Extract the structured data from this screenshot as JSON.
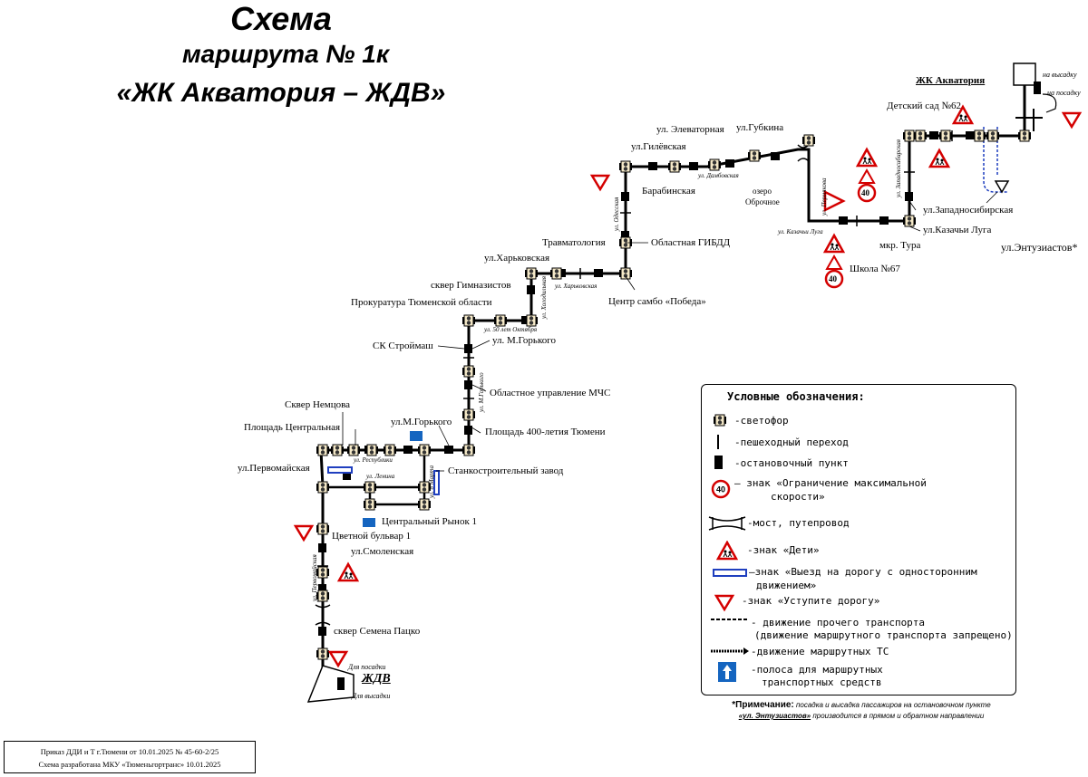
{
  "header": {
    "line1": "Схема",
    "line2": "маршрута № 1к",
    "line3": "«ЖК Акватория – ЖДВ»"
  },
  "stops": [
    "ЖК Акватория",
    "Детский сад №62",
    "ул.Западносибирская",
    "ул.Казачьи Луга",
    "ул.Энтузиастов*",
    "мкр. Тура",
    "Школа №67",
    "озеро",
    "Оброчное",
    "ул. Элеваторная",
    "ул.Губкина",
    "ул.Гилёвская",
    "Барабинская",
    "Областная ГИБДД",
    "Травматология",
    "ул.Харьковская",
    "сквер Гимназистов",
    "Прокуратура Тюменской области",
    "Центр самбо «Победа»",
    "ул. М.Горького",
    "СК Строймаш",
    "Областное управление МЧС",
    "Сквер Немцова",
    "Площадь Центральная",
    "ул.М.Горького",
    "Площадь 400-летия Тюмени",
    "ул.Первомайская",
    "Станкостроительный завод",
    "Центральный Рынок 1",
    "Цветной бульвар 1",
    "ул.Смоленская",
    "сквер Семена Пацко",
    "ЖДВ"
  ],
  "streets": [
    "ул. Пермякова",
    "ул. Западносибирская",
    "ул. Казачьи Луга",
    "ул. Дамбовская",
    "ул. Одесская",
    "ул. Харьковская",
    "ул. 50 лет Октября",
    "ул. Холодильная",
    "ул. М.Горького",
    "ул. Республики",
    "ул. Ленина",
    "ул. Первомайская",
    "ул. 8 Марта"
  ],
  "notes": {
    "na_vysadku": "на высадку",
    "na_posadku": "на посадку",
    "dlya_posadki": "Для посадки",
    "dlya_vysadki": "Для высадки"
  },
  "signs": {
    "speed_limit": "40"
  },
  "legend": {
    "title": "Условные обозначения:",
    "traffic_light": "-светофор",
    "crossing": "-пешеходный переход",
    "stop": "-остановочный пункт",
    "speed_line1": "– знак «Ограничение максимальной",
    "speed_line2": "скорости»",
    "bridge": "-мост, путепровод",
    "children": "-знак «Дети»",
    "oneway_line1": "–знак «Выезд на дорогу с односторонним",
    "oneway_line2": "движением»",
    "yield": "-знак «Уступите дорогу»",
    "other_line1": "- движение прочего транспорта",
    "other_line2": "(движение маршрутного транспорта запрещено)",
    "route": "-движение маршрутных ТС",
    "bus_line1": "-полоса для маршрутных",
    "bus_line2": "транспортных средств"
  },
  "footnote": {
    "label": "*Примечание:",
    "text1": "посадка и высадка пассажиров на остановочном пункте",
    "street": "«ул. Энтузиастов»",
    "text2": "производится в прямом и обратном направлении"
  },
  "order": {
    "line1": "Приказ ДДИ и Т г.Тюмени от 10.01.2025 № 45-60-2/25",
    "line2": "Схема разработана МКУ «Тюменьгортранс» 10.01.2025"
  },
  "colors": {
    "sign_red": "#d40000",
    "route_line": "#000000",
    "oneway_blue": "#1f3fbf",
    "bus_lane_blue": "#1565c0"
  }
}
